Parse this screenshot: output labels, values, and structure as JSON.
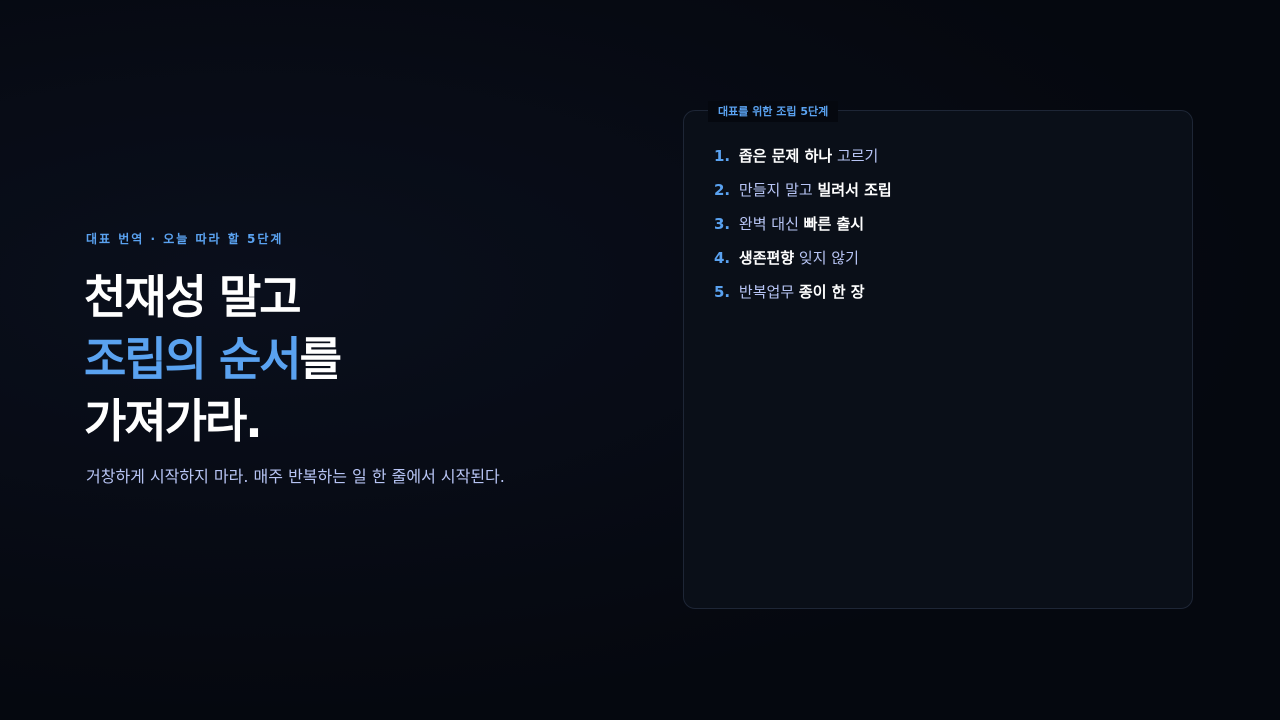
{
  "hero": {
    "eyebrow": "대표 번역 · 오늘 따라 할 5단계",
    "headline_line1": "천재성 말고",
    "headline_line2_accent": "조립의 순서",
    "headline_line2_rest": "를",
    "headline_line3": "가져가라.",
    "subtitle": "거창하게 시작하지 마라. 매주 반복하는 일 한 줄에서 시작된다."
  },
  "card": {
    "tag": "대표를 위한 조립 5단계",
    "steps": [
      {
        "num": "1.",
        "part1": "좁은 문제 하나",
        "part2": "고르기"
      },
      {
        "num": "2.",
        "part1": "만들지 말고",
        "part2": "빌려서 조립"
      },
      {
        "num": "3.",
        "part1": "완벽 대신",
        "part2": "빠른 출시"
      },
      {
        "num": "4.",
        "part1": "생존편향",
        "part2": "잊지 않기"
      },
      {
        "num": "5.",
        "part1": "반복업무",
        "part2": "종이 한 장"
      }
    ]
  },
  "colors": {
    "background": "#060913",
    "accent": "#5aa2f0",
    "headline": "#ffffff",
    "soft_text": "#b7c4f4",
    "card_border": "#1e2636",
    "card_background": "#0a0f18"
  }
}
